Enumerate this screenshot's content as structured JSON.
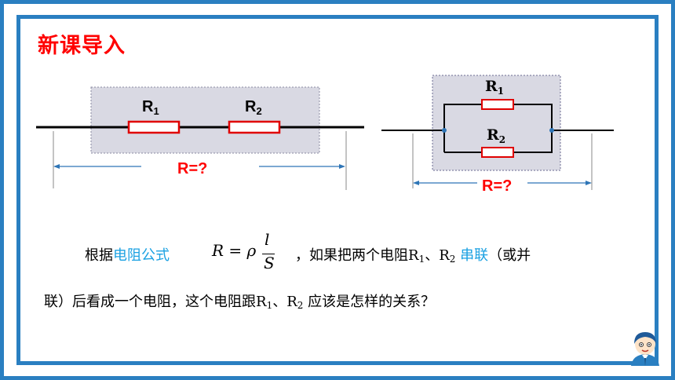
{
  "slide": {
    "title": "新课导入"
  },
  "series_circuit": {
    "r1_label": "R",
    "r1_sub": "1",
    "r2_label": "R",
    "r2_sub": "2",
    "result_label": "R=?"
  },
  "parallel_circuit": {
    "r1_label": "R",
    "r1_sub": "1",
    "r2_label": "R",
    "r2_sub": "2",
    "result_label": "R=?"
  },
  "paragraph": {
    "line1_prefix": "根据",
    "line1_highlight": "电阻公式",
    "formula_lhs": "R = ρ",
    "formula_num": "l",
    "formula_den": "S",
    "line1_mid": "，如果把两个电阻R",
    "sub1": "1",
    "sep": "、R",
    "sub2": "2",
    "line1_highlight2": "串联",
    "line1_suffix": "（或并",
    "line2_prefix": "联）后看成一个电阻，这个电阻跟R",
    "line2_sub1": "1",
    "line2_sep": "、R",
    "line2_sub2": "2",
    "line2_suffix": " 应该是怎样的关系？"
  },
  "colors": {
    "frame": "#2a7fc1",
    "title": "#ff0000",
    "highlight": "#1ba1e2",
    "resistor": "#e00000",
    "box_fill": "#d9d9e3",
    "arrow": "#2e75b6"
  },
  "icons": {
    "mascot": "student-avatar-icon"
  }
}
